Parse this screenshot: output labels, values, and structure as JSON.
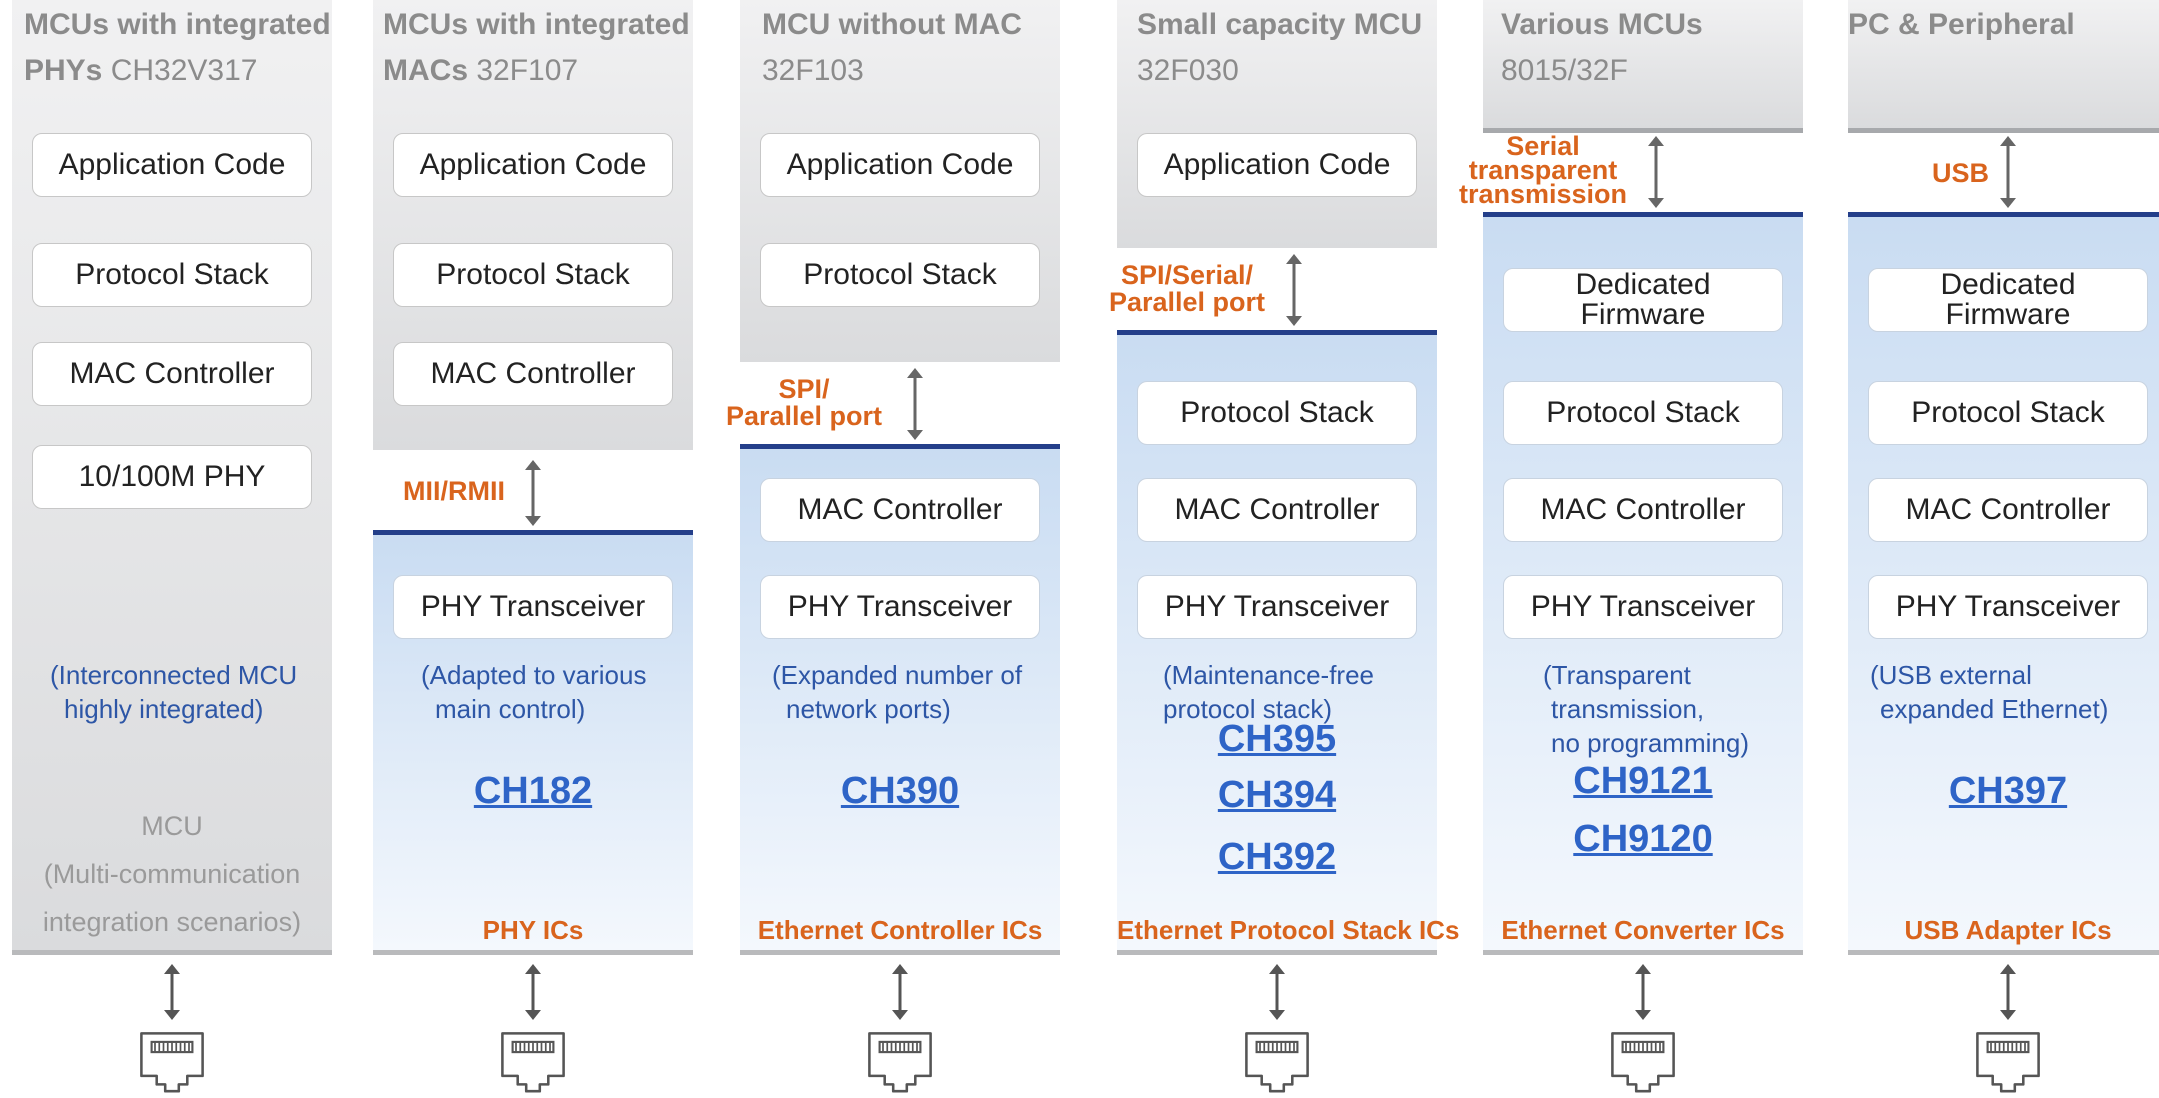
{
  "columns": [
    {
      "header_bold": "MCUs with integrated PHYs",
      "header_line1": "MCUs with integrated",
      "header_line2_bold": "PHYs",
      "header_line2_rest": " CH32V317",
      "boxes": [
        "Application Code",
        "Protocol Stack",
        "MAC Controller",
        "10/100M PHY"
      ],
      "note_open": "(",
      "note_text": "Interconnected MCU highly integrated",
      "note_close": ")",
      "note_line1": "(Interconnected MCU",
      "note_line2": "highly integrated)",
      "mcu_lines": [
        "MCU",
        "(Multi-communication",
        "integration scenarios)"
      ]
    },
    {
      "header_line1": "MCUs with integrated",
      "header_line2_bold": "MACs",
      "header_line2_rest": " 32F107",
      "boxes_gray": [
        "Application Code",
        "Protocol Stack",
        "MAC Controller"
      ],
      "interface": "MII/RMII",
      "boxes_blue": [
        "PHY Transceiver"
      ],
      "note_line1": "(Adapted to various",
      "note_line2": "main control)",
      "chips": [
        "CH182"
      ],
      "category": "PHY ICs"
    },
    {
      "header_line1": "MCU without MAC",
      "header_line2": "32F103",
      "boxes_gray": [
        "Application Code",
        "Protocol Stack"
      ],
      "interface_line1": "SPI/",
      "interface_line2": "Parallel port",
      "boxes_blue": [
        "MAC Controller",
        "PHY Transceiver"
      ],
      "note_line1": "(Expanded number of",
      "note_line2": "network ports)",
      "chips": [
        "CH390"
      ],
      "category": "Ethernet Controller ICs"
    },
    {
      "header_line1": "Small capacity MCU",
      "header_line2": "32F030",
      "boxes_gray": [
        "Application Code"
      ],
      "interface_line1": "SPI/Serial/",
      "interface_line2": "Parallel port",
      "boxes_blue": [
        "Protocol Stack",
        "MAC Controller",
        "PHY Transceiver"
      ],
      "note_line1": "(Maintenance-free",
      "note_line2": "protocol stack)",
      "chips": [
        "CH395",
        "CH394",
        "CH392"
      ],
      "category": "Ethernet Protocol Stack ICs"
    },
    {
      "header_line1": "Various MCUs",
      "header_line2": "8015/32F",
      "interface_line1": "Serial",
      "interface_line2": "transparent",
      "interface_line3": "transmission",
      "firmware_line1": "Dedicated",
      "firmware_line2": "Firmware",
      "boxes_blue": [
        "Protocol Stack",
        "MAC Controller",
        "PHY Transceiver"
      ],
      "note_line1": "(Transparent",
      "note_line2": "transmission,",
      "note_line3": "no programming)",
      "chips": [
        "CH9121",
        "CH9120"
      ],
      "category": "Ethernet Converter ICs"
    },
    {
      "header_line1": "PC & Peripheral",
      "interface": "USB",
      "firmware_line1": "Dedicated",
      "firmware_line2": "Firmware",
      "boxes_blue": [
        "Protocol Stack",
        "MAC Controller",
        "PHY Transceiver"
      ],
      "note_line1": "(USB external",
      "note_line2": "expanded Ethernet)",
      "chips": [
        "CH397"
      ],
      "category": "USB Adapter ICs"
    }
  ],
  "colors": {
    "accent_orange": "#d9641d",
    "link_blue": "#2e64c7",
    "note_blue": "#2d56a6",
    "divider_navy": "#243f8a"
  },
  "icons": [
    "double-arrow-icon",
    "ethernet-port-icon"
  ]
}
